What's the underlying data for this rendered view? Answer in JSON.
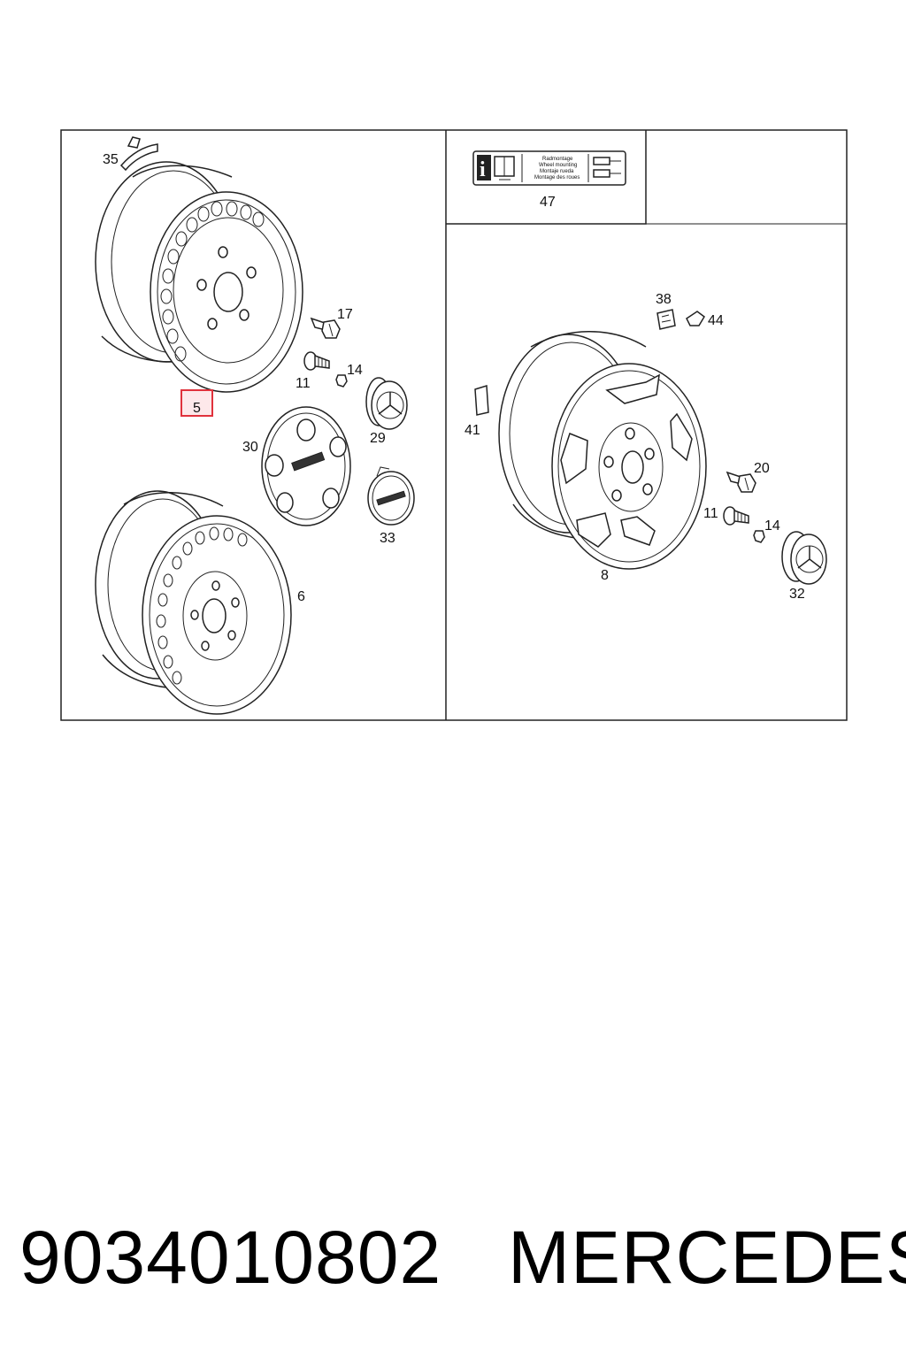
{
  "callouts": {
    "c35": "35",
    "c5": "5",
    "c17": "17",
    "c11a": "11",
    "c14a": "14",
    "c29": "29",
    "c30": "30",
    "c33": "33",
    "c6": "6",
    "c47": "47",
    "c38": "38",
    "c44": "44",
    "c41": "41",
    "c20": "20",
    "c11b": "11",
    "c14b": "14",
    "c8": "8",
    "c32": "32"
  },
  "info_label": {
    "lines": [
      "Radmontage",
      "Wheel mounting",
      "Montaje rueda",
      "Montage des roues"
    ]
  },
  "highlight_color": "#e0323c",
  "footer": {
    "part_number": "9034010802",
    "brand": "MERCEDES"
  }
}
